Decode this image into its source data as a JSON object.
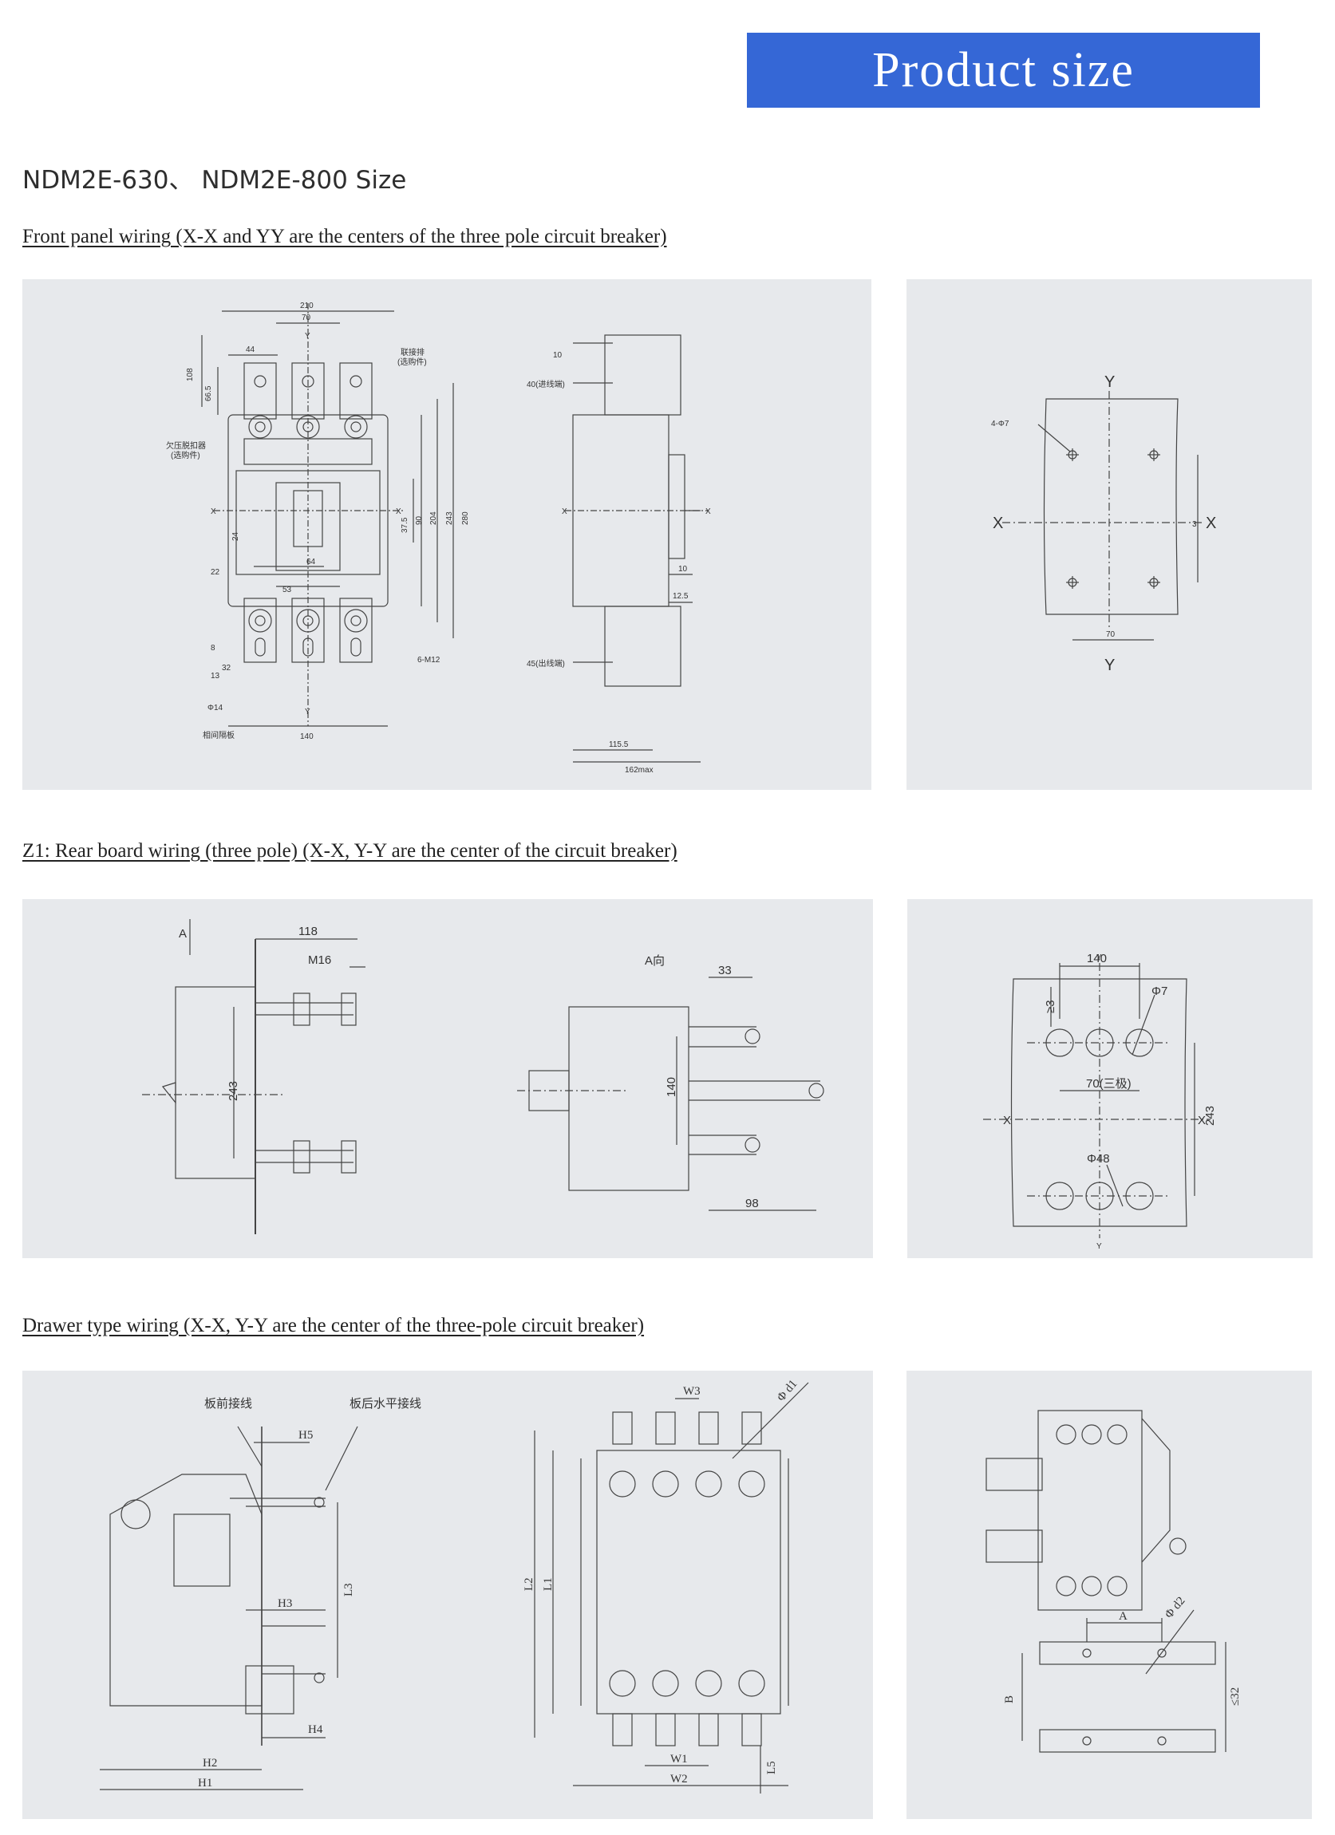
{
  "banner": {
    "title": "Product size"
  },
  "model_title": "NDM2E-630、 NDM2E-800 Size",
  "sections": [
    {
      "title": "Front panel wiring (X-X and YY are the centers of the three pole circuit breaker)",
      "front_view": {
        "dims": [
          "210",
          "70",
          "44",
          "108",
          "66.5",
          "90",
          "204",
          "243",
          "280",
          "37.5",
          "24",
          "22",
          "53",
          "64",
          "140",
          "8",
          "13",
          "32"
        ],
        "notes": [
          "联接排",
          "(选购件)",
          "欠压脱扣器",
          "(选购件)",
          "Φ14",
          "相间隔板",
          "6-M12"
        ],
        "axis": {
          "x": "X",
          "y": "Y"
        }
      },
      "side_view": {
        "dims": [
          "10",
          "10",
          "12.5",
          "115.5",
          "162max"
        ],
        "notes": [
          "40(进线端)",
          "45(出线端)"
        ]
      },
      "cutout": {
        "labels": [
          "4-Φ7",
          "3",
          "70"
        ],
        "axis": {
          "x": "X",
          "y": "Y"
        }
      }
    },
    {
      "title": "Z1: Rear board wiring (three pole) (X-X, Y-Y are the center of the circuit breaker)",
      "side_view": {
        "labels": [
          "A",
          "118",
          "M16",
          "243"
        ]
      },
      "a_view": {
        "labels": [
          "A向",
          "33",
          "140",
          "98"
        ]
      },
      "cutout": {
        "labels": [
          "140",
          "Φ7",
          "≥3",
          "70(三极)",
          "243",
          "Φ48"
        ],
        "axis": {
          "x": "X",
          "y": "Y"
        }
      }
    },
    {
      "title": "Drawer type wiring (X-X, Y-Y are the center of the three-pole circuit breaker)",
      "side_view": {
        "labels": [
          "板前接线",
          "板后水平接线",
          "H5",
          "H3",
          "L3",
          "H2",
          "H1",
          "H4"
        ]
      },
      "front_view": {
        "labels": [
          "W3",
          "Φ d1",
          "L2",
          "L1",
          "W1",
          "W2",
          "L5"
        ]
      },
      "busbar": {
        "labels": [
          "A",
          "Φ d2",
          "B",
          "≤32"
        ]
      }
    }
  ]
}
